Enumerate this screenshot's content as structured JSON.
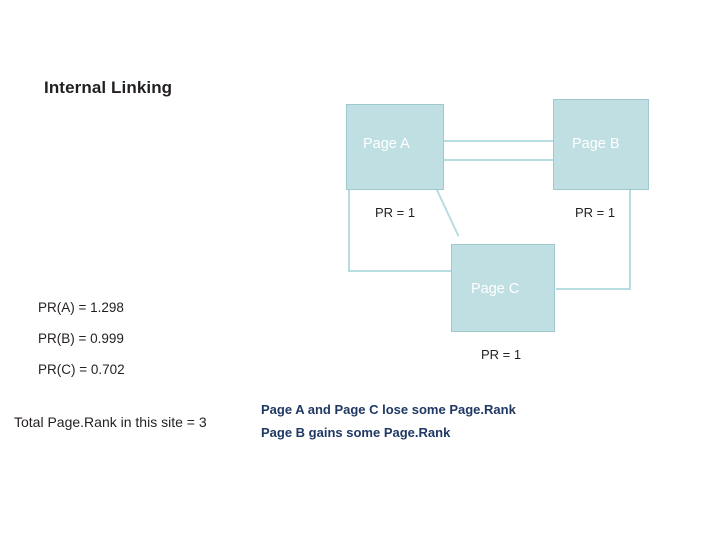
{
  "slide": {
    "title": "Internal Linking",
    "background_color": "#ffffff"
  },
  "diagram": {
    "node_fill_color": "#bfdfe2",
    "connector_color": "#b7dde3",
    "nodes": [
      {
        "id": "A",
        "label": "Page A",
        "pr_label": "PR = 1"
      },
      {
        "id": "B",
        "label": "Page B",
        "pr_label": "PR = 1"
      },
      {
        "id": "C",
        "label": "Page C",
        "pr_label": "PR = 1"
      }
    ]
  },
  "stats": {
    "items": [
      "PR(A) = 1.298",
      "PR(B) = 0.999",
      "PR(C) = 0.702"
    ],
    "total": "Total Page.Rank in this site = 3"
  },
  "notes": {
    "color": "#1f3864",
    "lines": [
      "Page A and Page C lose some Page.Rank",
      "Page B gains some  Page.Rank"
    ]
  }
}
